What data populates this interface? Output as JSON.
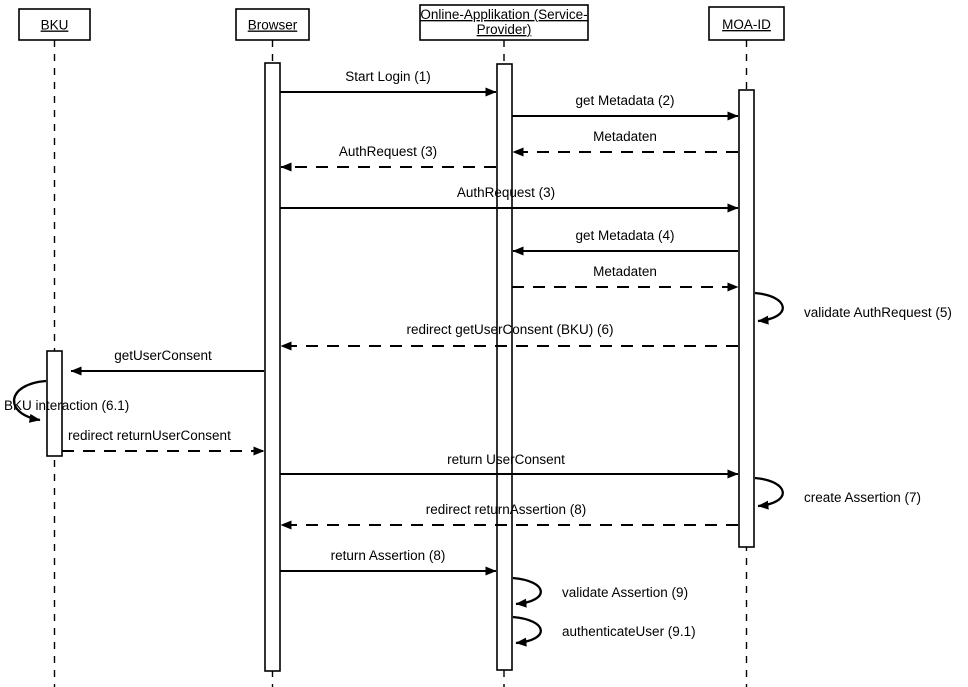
{
  "diagram": {
    "title": "MOA-ID Authentication Sequence Diagram",
    "type": "uml-sequence-diagram",
    "colors": {
      "stroke": "#000000",
      "background": "#ffffff",
      "fill": "#ffffff"
    },
    "participants": [
      {
        "id": "bku",
        "label": "BKU",
        "label_line2": ""
      },
      {
        "id": "browser",
        "label": "Browser",
        "label_line2": ""
      },
      {
        "id": "oa",
        "label": "Online-Applikation (Service-",
        "label_line2": "Provider)"
      },
      {
        "id": "moaid",
        "label": "MOA-ID",
        "label_line2": ""
      }
    ],
    "messages": [
      {
        "seq": 1,
        "label": "Start Login (1)",
        "from": "browser",
        "to": "oa",
        "style": "solid",
        "direction": "right"
      },
      {
        "seq": 2,
        "label": "get Metadata (2)",
        "from": "oa",
        "to": "moaid",
        "style": "solid",
        "direction": "right"
      },
      {
        "seq": 3,
        "label": "Metadaten",
        "from": "moaid",
        "to": "oa",
        "style": "dashed",
        "direction": "left"
      },
      {
        "seq": 4,
        "label": "AuthRequest (3)",
        "from": "oa",
        "to": "browser",
        "style": "dashed",
        "direction": "left"
      },
      {
        "seq": 5,
        "label": "AuthRequest (3)",
        "from": "browser",
        "to": "moaid",
        "style": "solid",
        "direction": "right"
      },
      {
        "seq": 6,
        "label": "get Metadata (4)",
        "from": "moaid",
        "to": "oa",
        "style": "solid",
        "direction": "left"
      },
      {
        "seq": 7,
        "label": "Metadaten",
        "from": "oa",
        "to": "moaid",
        "style": "dashed",
        "direction": "right"
      },
      {
        "seq": 8,
        "label": "validate AuthRequest (5)",
        "from": "moaid",
        "to": "moaid",
        "style": "self",
        "direction": "self"
      },
      {
        "seq": 9,
        "label": "redirect getUserConsent (BKU) (6)",
        "from": "moaid",
        "to": "browser",
        "style": "dashed",
        "direction": "left"
      },
      {
        "seq": 10,
        "label": "getUserConsent",
        "from": "browser",
        "to": "bku",
        "style": "solid",
        "direction": "left"
      },
      {
        "seq": 11,
        "label": "BKU interaction (6.1)",
        "from": "bku",
        "to": "bku",
        "style": "self",
        "direction": "self"
      },
      {
        "seq": 12,
        "label": "redirect returnUserConsent",
        "from": "bku",
        "to": "browser",
        "style": "dashed",
        "direction": "right"
      },
      {
        "seq": 13,
        "label": "return UserConsent",
        "from": "browser",
        "to": "moaid",
        "style": "solid",
        "direction": "right"
      },
      {
        "seq": 14,
        "label": "create Assertion (7)",
        "from": "moaid",
        "to": "moaid",
        "style": "self",
        "direction": "self"
      },
      {
        "seq": 15,
        "label": "redirect returnAssertion (8)",
        "from": "moaid",
        "to": "browser",
        "style": "dashed",
        "direction": "left"
      },
      {
        "seq": 16,
        "label": "return Assertion (8)",
        "from": "browser",
        "to": "oa",
        "style": "solid",
        "direction": "right"
      },
      {
        "seq": 17,
        "label": "validate Assertion (9)",
        "from": "oa",
        "to": "oa",
        "style": "self",
        "direction": "self"
      },
      {
        "seq": 18,
        "label": "authenticateUser (9.1)",
        "from": "oa",
        "to": "oa",
        "style": "self",
        "direction": "self"
      }
    ]
  }
}
